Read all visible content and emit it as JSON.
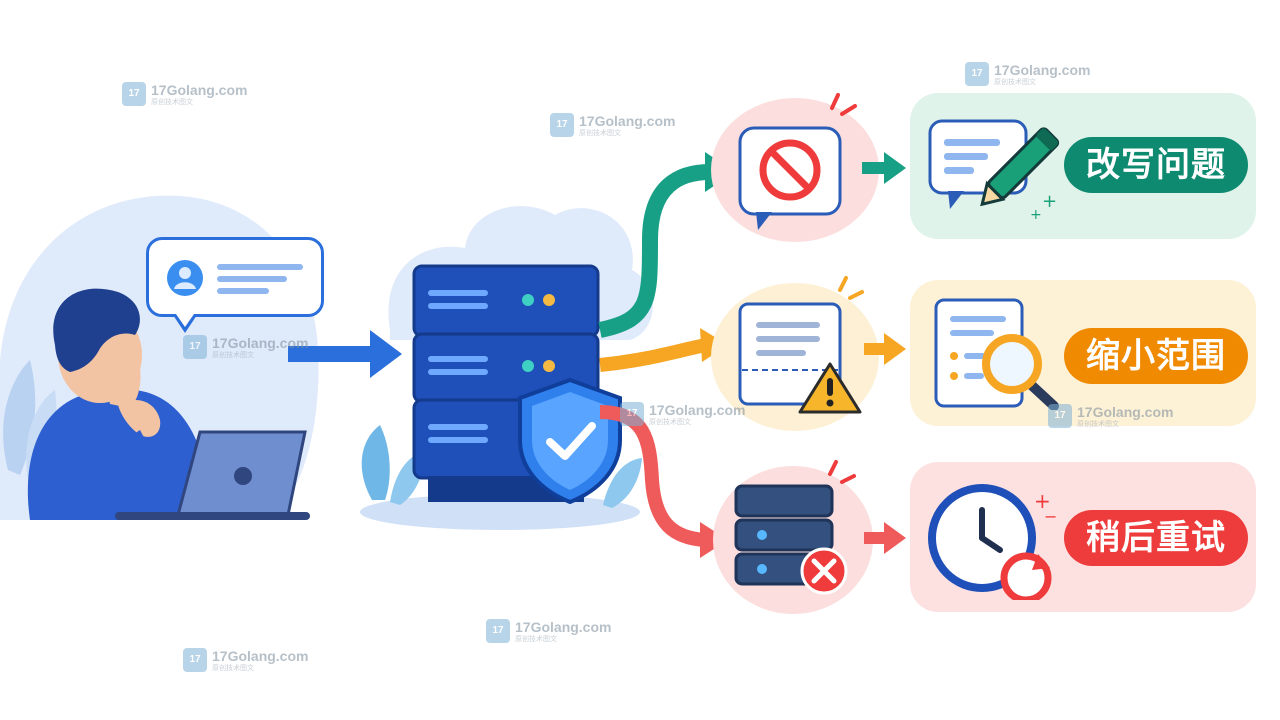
{
  "outcomes": [
    {
      "label": "改写问题",
      "color": "#0e8a71"
    },
    {
      "label": "缩小范围",
      "color": "#f08a00"
    },
    {
      "label": "稍后重试",
      "color": "#ee3b3b"
    }
  ],
  "watermark": {
    "site": "17Golang.com",
    "sub": "原创技术图文",
    "logo_text": "17"
  },
  "colors": {
    "primary_blue": "#2b6fdc",
    "teal": "#0e8a71",
    "amber": "#f6a623",
    "red": "#ef4a4a"
  },
  "icons": [
    "user-avatar-icon",
    "laptop-icon",
    "server-icon",
    "shield-check-icon",
    "forbidden-icon",
    "warning-icon",
    "server-error-icon",
    "edit-pencil-icon",
    "magnifier-icon",
    "clock-retry-icon"
  ]
}
